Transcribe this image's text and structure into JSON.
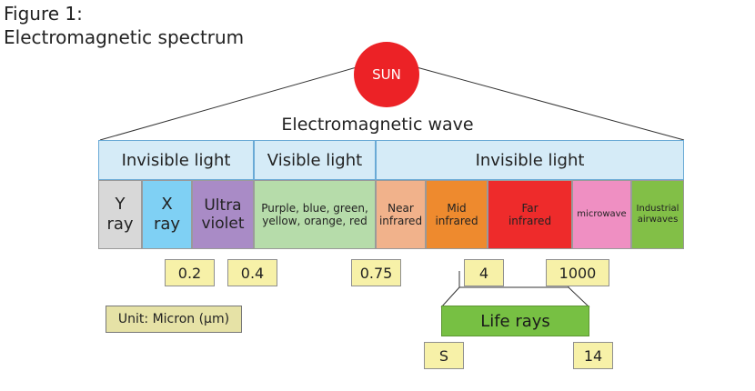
{
  "figure": {
    "title": "Figure 1:\nElectromagnetic spectrum"
  },
  "sun": {
    "label": "SUN",
    "color": "#ec2226"
  },
  "wave_label": "Electromagnetic wave",
  "bands": [
    {
      "label": "Invisible light",
      "color": "#d5ebf7"
    },
    {
      "label": "Visible light",
      "color": "#d5ebf7"
    },
    {
      "label": "Invisible light",
      "color": "#d5ebf7"
    }
  ],
  "spectrum": [
    {
      "label": "Y\nray",
      "color": "#d8d8d8"
    },
    {
      "label": "X\nray",
      "color": "#7fd0f4"
    },
    {
      "label": "Ultra\nviolet",
      "color": "#a98bc6"
    },
    {
      "label": "Purple, blue, green,\nyellow, orange, red",
      "color": "#b6dcaa"
    },
    {
      "label": "Near\ninfrared",
      "color": "#f1b28b"
    },
    {
      "label": "Mid\ninfrared",
      "color": "#ee8a2e"
    },
    {
      "label": "Far\ninfrared",
      "color": "#ee2b2b"
    },
    {
      "label": "microwave",
      "color": "#ef8fc2"
    },
    {
      "label": "Industrial\nairwaves",
      "color": "#82bf47"
    }
  ],
  "boundaries": [
    "0.2",
    "0.4",
    "0.75",
    "4",
    "1000"
  ],
  "unit_label": "Unit: Micron (μm)",
  "life_rays": {
    "label": "Life rays",
    "start": "S",
    "end": "14",
    "color": "#77c043"
  }
}
